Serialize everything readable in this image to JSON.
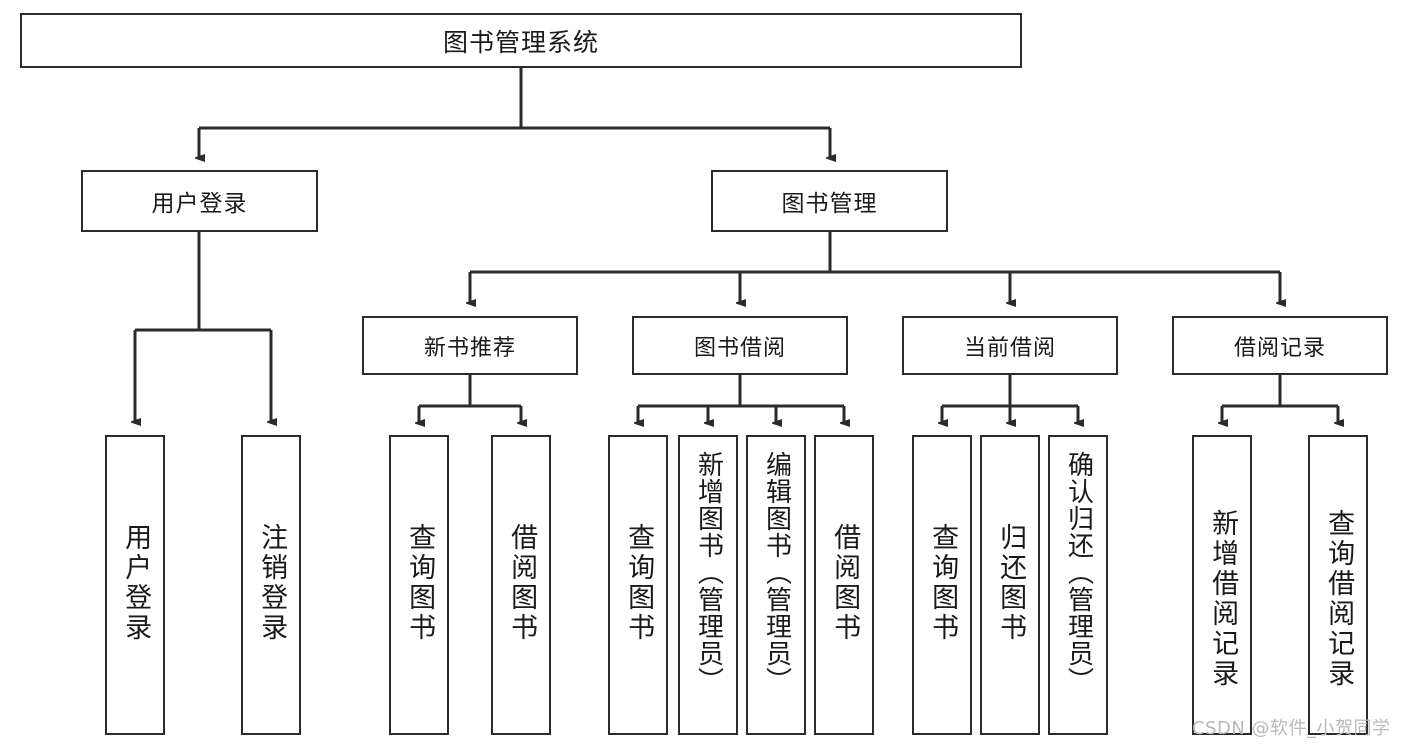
{
  "diagram": {
    "title": "图书管理系统",
    "type": "tree",
    "root": {
      "id": "root",
      "label": "图书管理系统"
    },
    "level2": [
      {
        "id": "user-login",
        "label": "用户登录"
      },
      {
        "id": "book-manage",
        "label": "图书管理"
      }
    ],
    "level3": [
      {
        "id": "new-book-rec",
        "label": "新书推荐",
        "parent": "book-manage"
      },
      {
        "id": "book-borrow",
        "label": "图书借阅",
        "parent": "book-manage"
      },
      {
        "id": "current-borrow",
        "label": "当前借阅",
        "parent": "book-manage"
      },
      {
        "id": "borrow-record",
        "label": "借阅记录",
        "parent": "book-manage"
      }
    ],
    "leaves": [
      {
        "id": "leaf-user-login",
        "label": "用户登录",
        "parent": "user-login"
      },
      {
        "id": "leaf-user-logout",
        "label": "注销登录",
        "parent": "user-login"
      },
      {
        "id": "leaf-query-book-1",
        "label": "查询图书",
        "parent": "new-book-rec"
      },
      {
        "id": "leaf-borrow-book-1",
        "label": "借阅图书",
        "parent": "new-book-rec"
      },
      {
        "id": "leaf-query-book-2",
        "label": "查询图书",
        "parent": "book-borrow"
      },
      {
        "id": "leaf-add-book",
        "label": "新增图书（管理员）",
        "parent": "book-borrow"
      },
      {
        "id": "leaf-edit-book",
        "label": "编辑图书（管理员）",
        "parent": "book-borrow"
      },
      {
        "id": "leaf-borrow-book-2",
        "label": "借阅图书",
        "parent": "book-borrow"
      },
      {
        "id": "leaf-query-book-3",
        "label": "查询图书",
        "parent": "current-borrow"
      },
      {
        "id": "leaf-return-book",
        "label": "归还图书",
        "parent": "current-borrow"
      },
      {
        "id": "leaf-confirm-return",
        "label": "确认归还（管理员）",
        "parent": "current-borrow"
      },
      {
        "id": "leaf-add-record",
        "label": "新增借阅记录",
        "parent": "borrow-record"
      },
      {
        "id": "leaf-query-record",
        "label": "查询借阅记录",
        "parent": "borrow-record"
      }
    ],
    "colors": {
      "box_border": "#2b2b2b",
      "box_fill": "#ffffff",
      "edge": "#2b2b2b",
      "text": "#1a1a1a",
      "watermark": "#b9b9b9",
      "background": "#ffffff"
    }
  },
  "watermark": {
    "text": "CSDN @软件_小贺同学"
  }
}
